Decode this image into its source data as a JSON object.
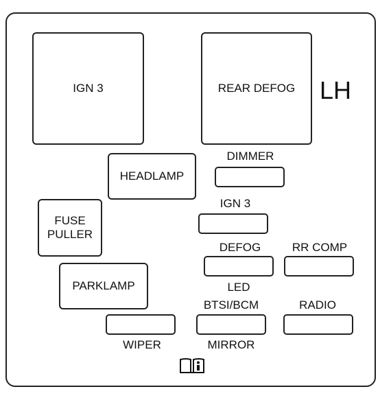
{
  "relays": {
    "ign3": "IGN 3",
    "rear_defog": "REAR DEFOG",
    "headlamp": "HEADLAMP",
    "fuse_puller": "FUSE\nPULLER",
    "parklamp": "PARKLAMP"
  },
  "side_label": "LH",
  "fuses": {
    "dimmer": "DIMMER",
    "ign3": "IGN 3",
    "defog": "DEFOG",
    "rr_comp": "RR COMP",
    "led": "LED",
    "btsi_bcm": "BTSI/BCM",
    "radio": "RADIO",
    "wiper": "WIPER",
    "mirror": "MIRROR"
  },
  "icons": {
    "manual": "owner-manual-info-icon"
  }
}
